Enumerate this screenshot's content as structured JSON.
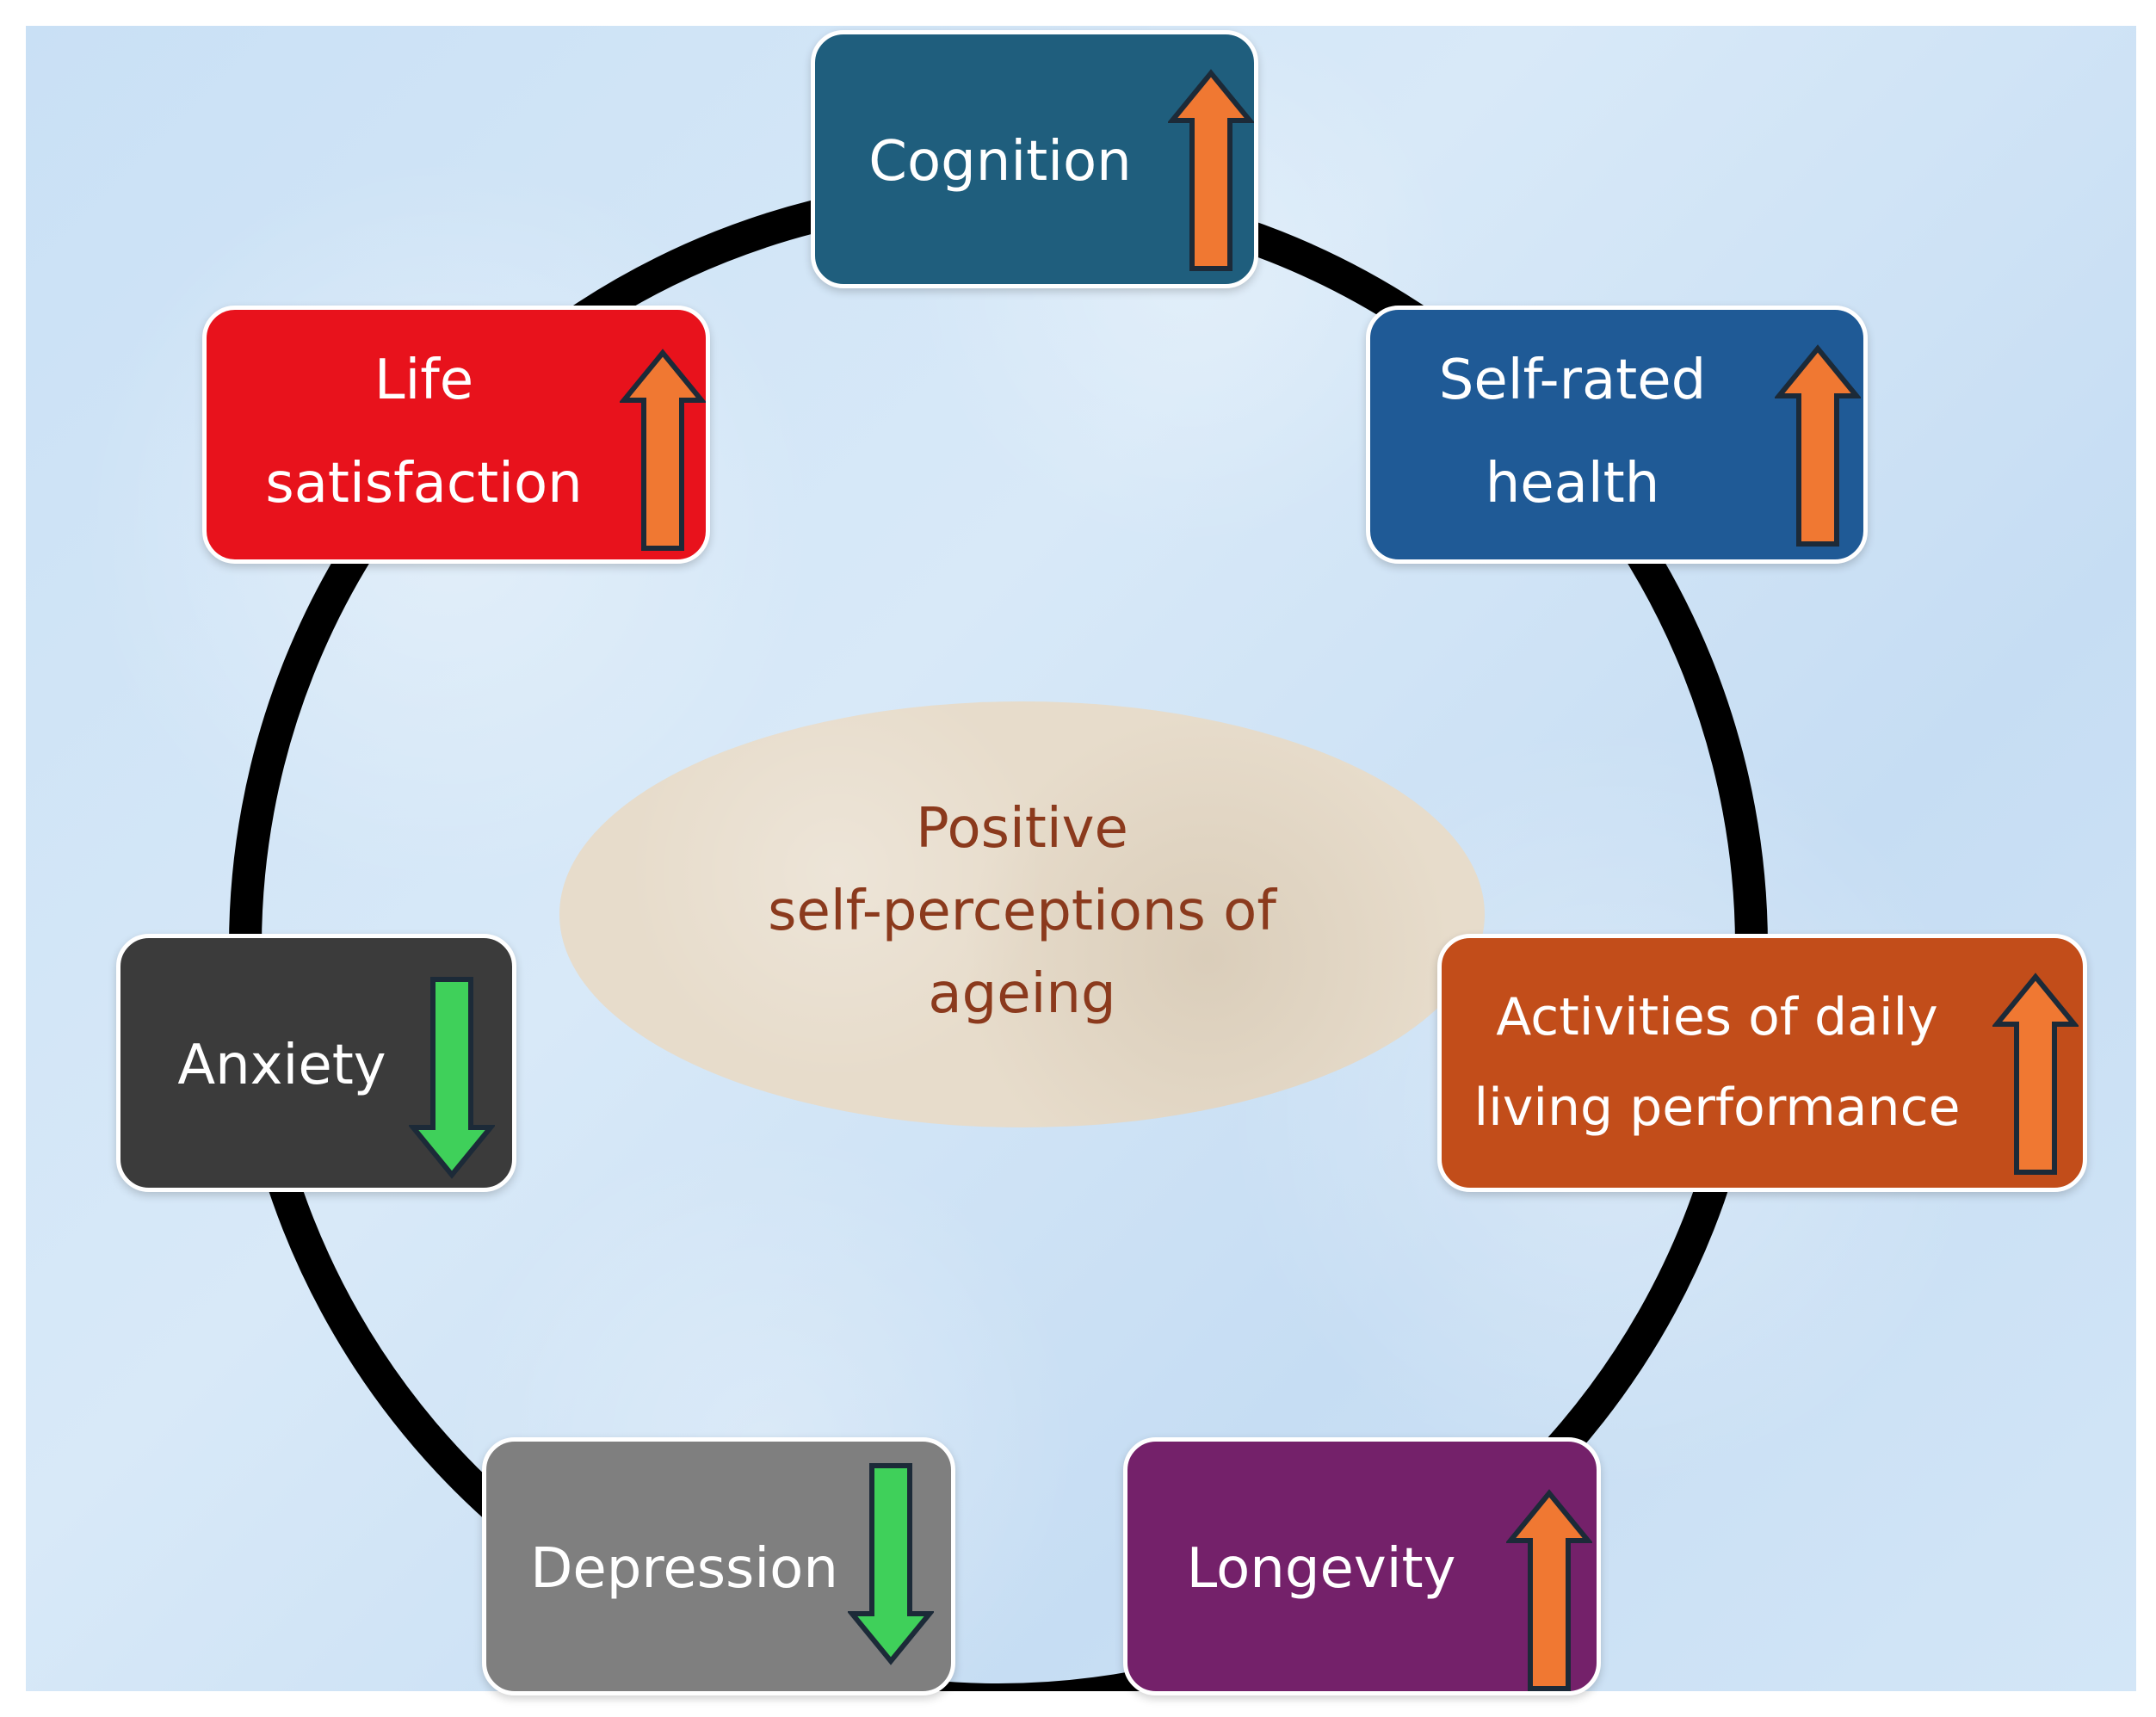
{
  "center": {
    "lines": [
      "Positive",
      "self-perceptions of",
      "ageing"
    ]
  },
  "outcomes": [
    {
      "key": "cognition",
      "lines": [
        "Cognition"
      ],
      "direction": "up",
      "color": "#1f5e7d"
    },
    {
      "key": "self_rated_health",
      "lines": [
        "Self-rated",
        "health"
      ],
      "direction": "up",
      "color": "#1f5a96"
    },
    {
      "key": "adl",
      "lines": [
        "Activities of daily",
        "living performance"
      ],
      "direction": "up",
      "color": "#c24d1a"
    },
    {
      "key": "longevity",
      "lines": [
        "Longevity"
      ],
      "direction": "up",
      "color": "#74216a"
    },
    {
      "key": "depression",
      "lines": [
        "Depression"
      ],
      "direction": "down",
      "color": "#7f7f7f"
    },
    {
      "key": "anxiety",
      "lines": [
        "Anxiety"
      ],
      "direction": "down",
      "color": "#3b3b3b"
    },
    {
      "key": "life_satisfaction",
      "lines": [
        "Life",
        "satisfaction"
      ],
      "direction": "up",
      "color": "#e8121c"
    }
  ],
  "arrow_colors": {
    "up": "#f07832",
    "down": "#3fd05a",
    "outline": "#1c2a38"
  }
}
